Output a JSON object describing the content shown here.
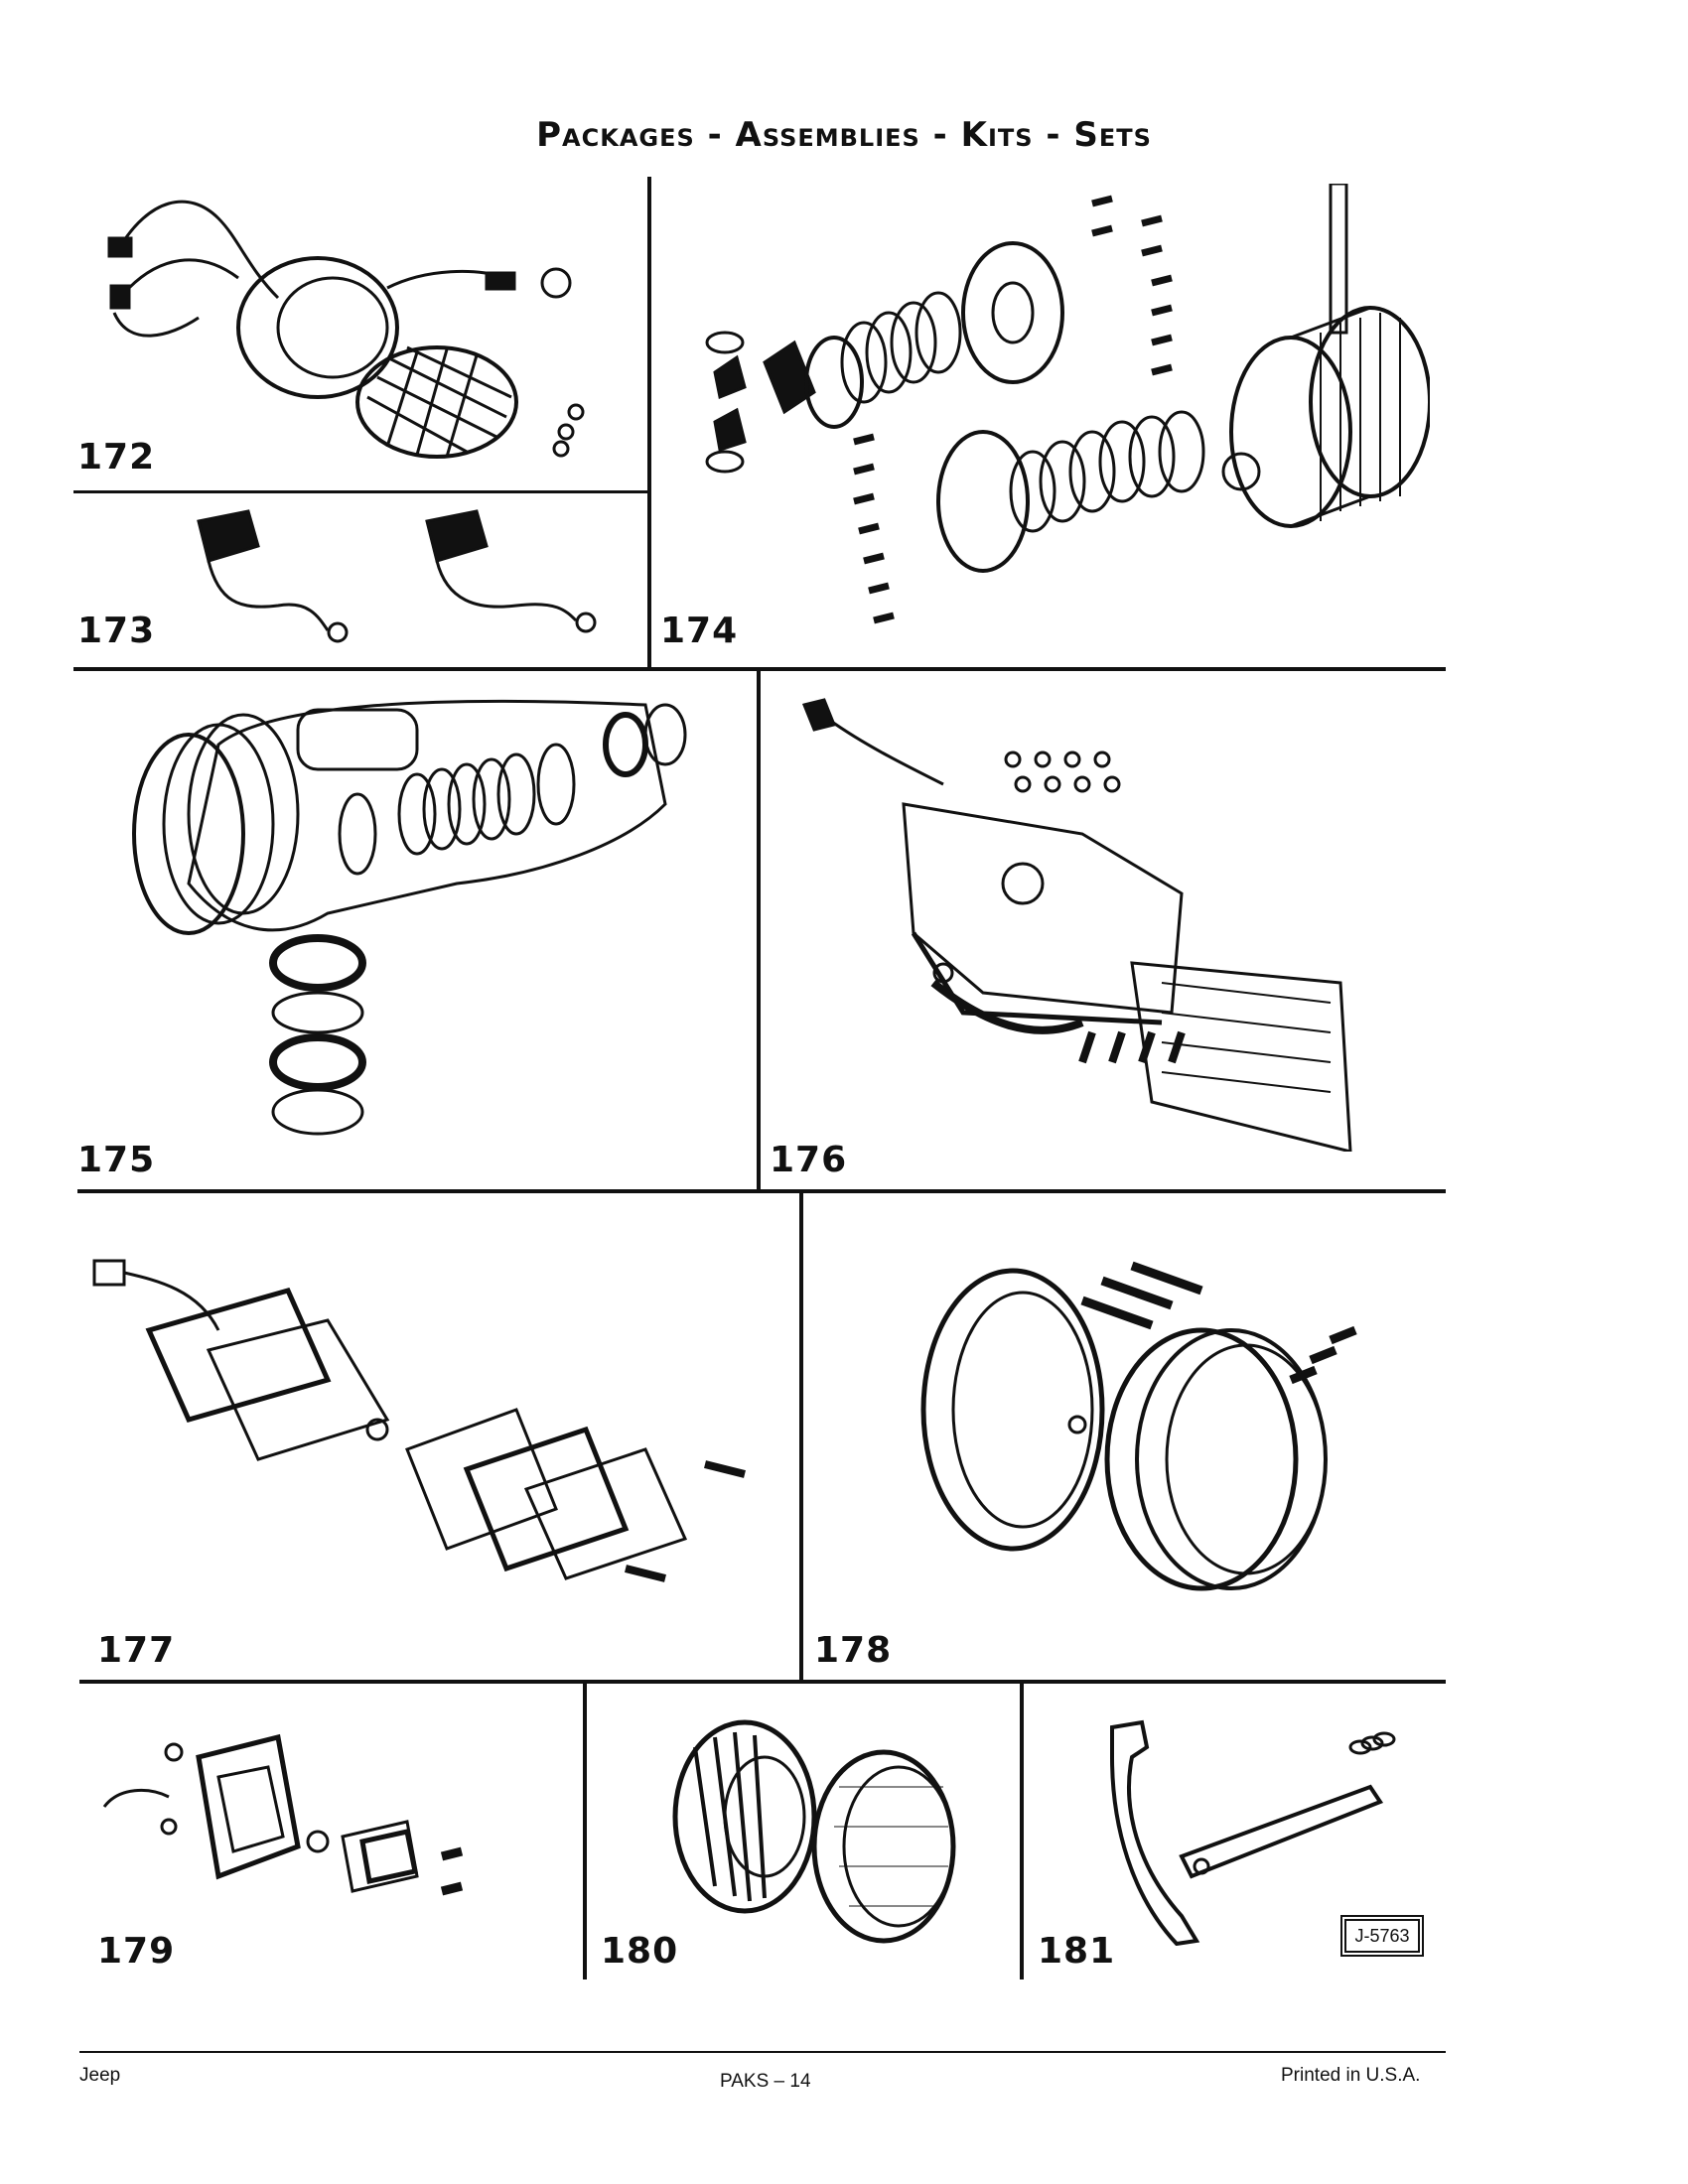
{
  "header": {
    "title": "Packages - Assemblies - Kits - Sets"
  },
  "figures": [
    {
      "number": "172",
      "icon": "lamp-harness-assembly"
    },
    {
      "number": "173",
      "icon": "brush-set"
    },
    {
      "number": "174",
      "icon": "differential-clutch-kit"
    },
    {
      "number": "175",
      "icon": "housing-seal-ring-set"
    },
    {
      "number": "176",
      "icon": "tail-lamp-assembly"
    },
    {
      "number": "177",
      "icon": "license-lamp-kit"
    },
    {
      "number": "178",
      "icon": "headlamp-mounting-kit"
    },
    {
      "number": "179",
      "icon": "marker-lamp-kit"
    },
    {
      "number": "180",
      "icon": "bearing-and-cup-set"
    },
    {
      "number": "181",
      "icon": "brake-lever-kit"
    }
  ],
  "figure_code": "J-5763",
  "footer": {
    "left": "Jeep",
    "center": "PAKS – 14",
    "right": "Printed  in U.S.A."
  }
}
